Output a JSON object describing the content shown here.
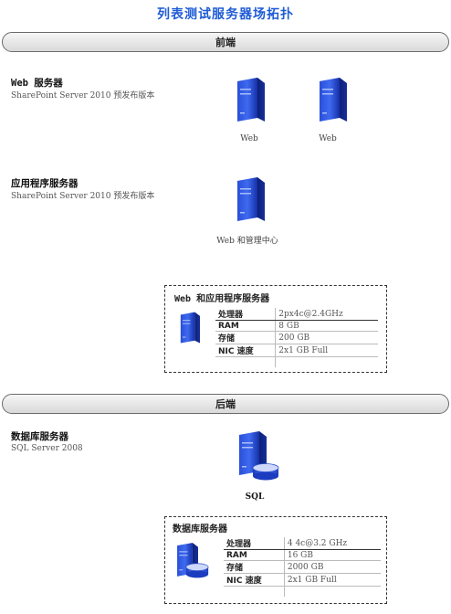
{
  "title": "列表测试服务器场拓扑",
  "frontend": {
    "band_label": "前端",
    "web_role": {
      "title": "Web 服务器",
      "subtitle": "SharePoint Server 2010 预发布版本"
    },
    "web_servers": [
      {
        "label": "Web"
      },
      {
        "label": "Web"
      }
    ],
    "app_role": {
      "title": "应用程序服务器",
      "subtitle": "SharePoint Server 2010 预发布版本"
    },
    "app_server": {
      "label": "Web 和管理中心"
    },
    "spec": {
      "title": "Web 和应用程序服务器",
      "rows": [
        {
          "key": "处理器",
          "value": "2px4c@2.4GHz"
        },
        {
          "key": "RAM",
          "value": "8 GB"
        },
        {
          "key": "存储",
          "value": "200 GB"
        },
        {
          "key": "NIC 速度",
          "value": "2x1 GB Full"
        }
      ]
    }
  },
  "backend": {
    "band_label": "后端",
    "db_role": {
      "title": "数据库服务器",
      "subtitle": "SQL Server 2008"
    },
    "sql_server": {
      "label": "SQL"
    },
    "spec": {
      "title": "数据库服务器",
      "rows": [
        {
          "key": "处理器",
          "value": "4 4c@3.2 GHz"
        },
        {
          "key": "RAM",
          "value": "16 GB"
        },
        {
          "key": "存储",
          "value": "2000 GB"
        },
        {
          "key": "NIC 速度",
          "value": "2x1 GB Full"
        }
      ]
    }
  },
  "colors": {
    "title": "#1e5bd6",
    "server_blue": "#1b3fc4",
    "server_light": "#6d8cf0"
  },
  "icons": {
    "server": "server-tower-icon",
    "database": "database-cylinder-icon"
  }
}
